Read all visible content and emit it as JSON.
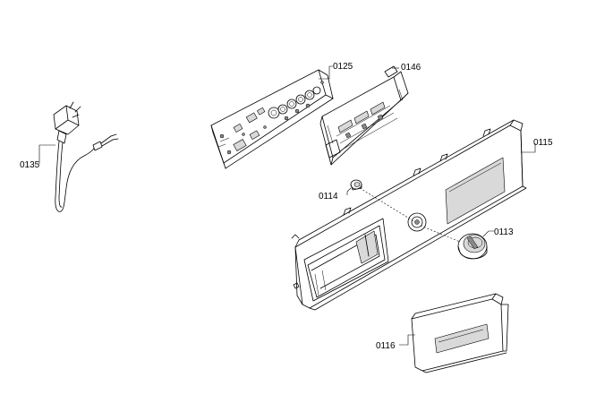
{
  "parts": {
    "p0125": "0125",
    "p0146": "0146",
    "p0135": "0135",
    "p0115": "0115",
    "p0114": "0114",
    "p0113": "0113",
    "p0116": "0116"
  }
}
